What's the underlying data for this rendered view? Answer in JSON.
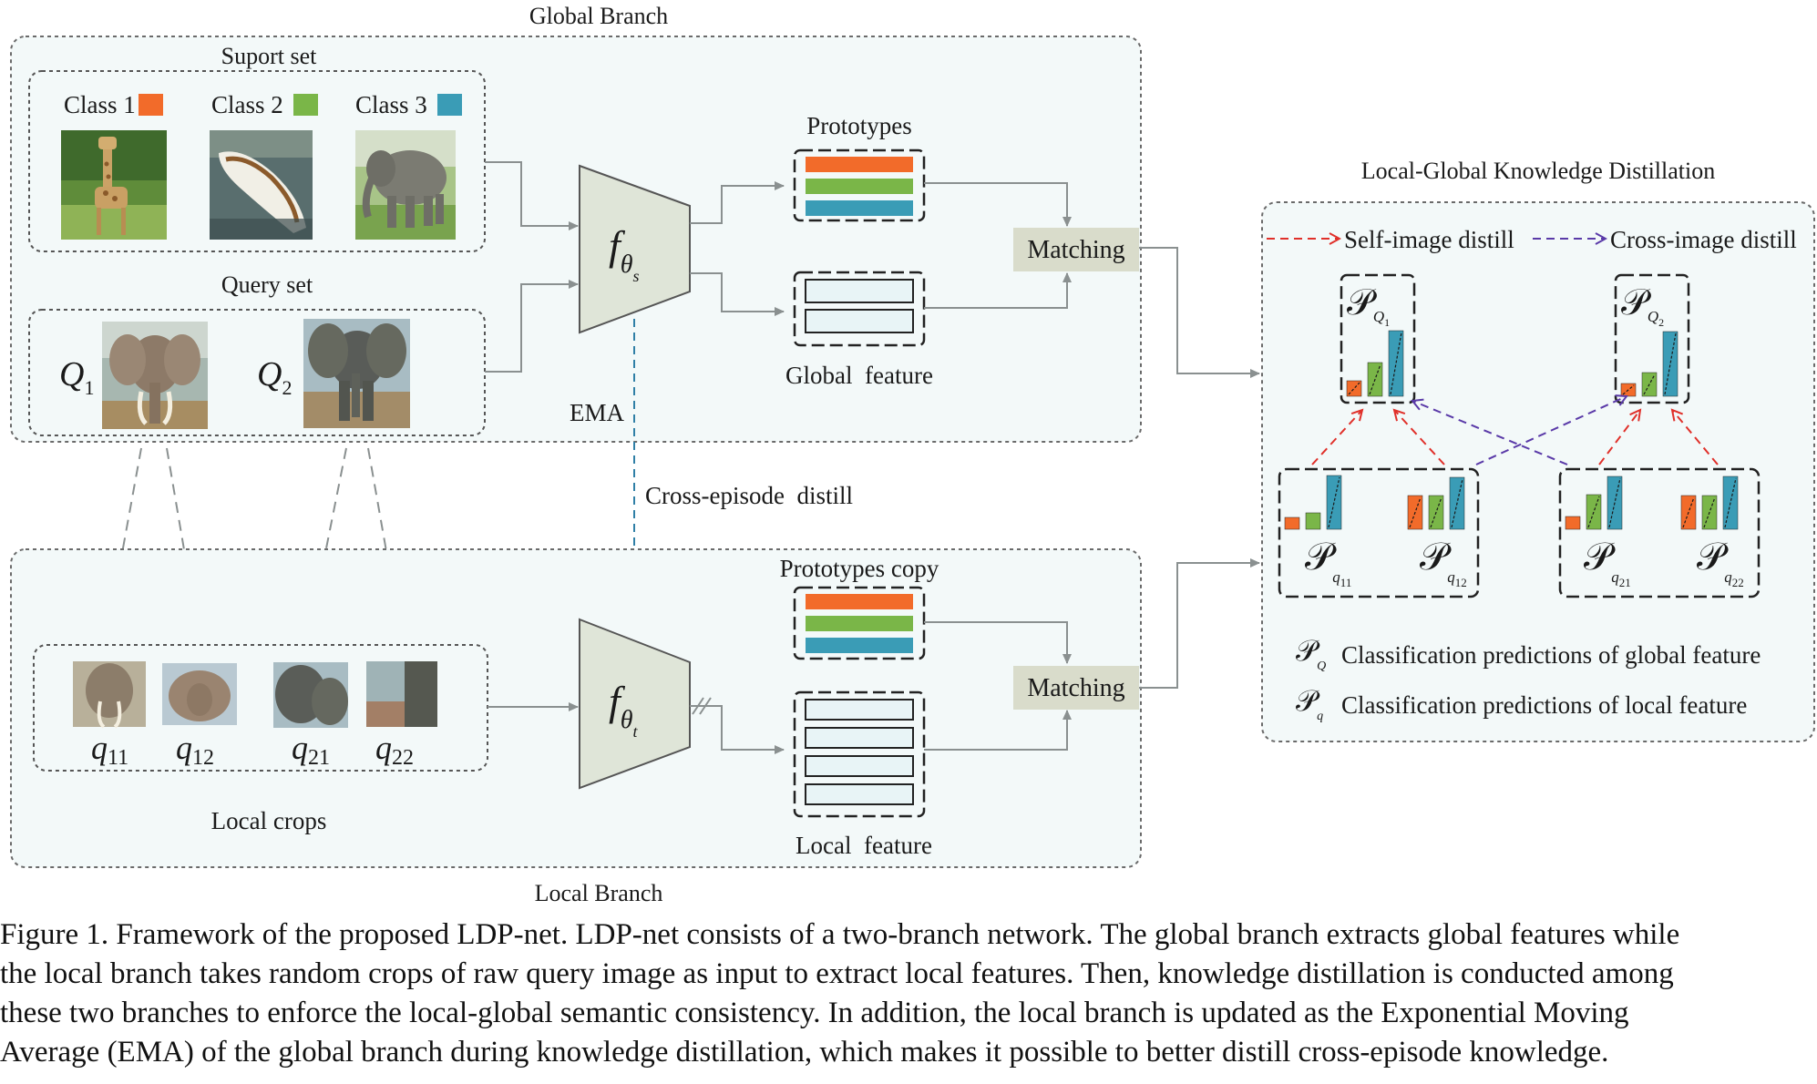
{
  "global_branch": {
    "title": "Global Branch",
    "support_set": {
      "title": "Suport set",
      "classes": [
        {
          "label": "Class 1",
          "color": "#f26b2a",
          "image": "giraffe"
        },
        {
          "label": "Class 2",
          "color": "#7ab648",
          "image": "boat"
        },
        {
          "label": "Class 3",
          "color": "#3a9cb6",
          "image": "elephant"
        }
      ]
    },
    "query_set": {
      "title": "Query set",
      "items": [
        {
          "main": "Q",
          "sub": "1",
          "image": "elephant-front"
        },
        {
          "main": "Q",
          "sub": "2",
          "image": "elephant-walking"
        }
      ]
    },
    "encoder": {
      "main": "f",
      "sub": "θ",
      "subsub": "s"
    },
    "prototypes_label": "Prototypes",
    "global_feature_label": "Global  feature",
    "matching_label": "Matching",
    "ema_label": "EMA"
  },
  "cross_episode_label": "Cross-episode  distill",
  "local_branch": {
    "title": "Local Branch",
    "crops": [
      {
        "main": "q",
        "sub": "11"
      },
      {
        "main": "q",
        "sub": "12"
      },
      {
        "main": "q",
        "sub": "21"
      },
      {
        "main": "q",
        "sub": "22"
      }
    ],
    "local_crops_label": "Local crops",
    "encoder": {
      "main": "f",
      "sub": "θ",
      "subsub": "t"
    },
    "prototypes_copy_label": "Prototypes copy",
    "local_feature_label": "Local  feature",
    "matching_label": "Matching"
  },
  "distillation": {
    "title": "Local-Global Knowledge Distillation",
    "self_legend": "Self-image distill",
    "cross_legend": "Cross-image distill",
    "global_preds": [
      {
        "symbol": "𝒫",
        "sub": "Q",
        "subsub": "1"
      },
      {
        "symbol": "𝒫",
        "sub": "Q",
        "subsub": "2"
      }
    ],
    "local_preds": [
      {
        "symbol": "𝒫",
        "sub": "q",
        "subsub": "11"
      },
      {
        "symbol": "𝒫",
        "sub": "q",
        "subsub": "12"
      },
      {
        "symbol": "𝒫",
        "sub": "q",
        "subsub": "21"
      },
      {
        "symbol": "𝒫",
        "sub": "q",
        "subsub": "22"
      }
    ],
    "legend_global": {
      "symbol": "𝒫",
      "sub": "Q",
      "text": "Classification predictions of global feature"
    },
    "legend_local": {
      "symbol": "𝒫",
      "sub": "q",
      "text": "Classification predictions of local feature"
    }
  },
  "colors": {
    "orange": "#f26b2a",
    "green": "#7ab648",
    "blue": "#3a9cb6",
    "panel_bg": "#f3f9f9",
    "encoder_fill": "#dfe5d8",
    "matching_fill": "#d9dccb",
    "arrow_gray": "#8a9090",
    "self_distill": "#e0302a",
    "cross_distill": "#5a3aa8"
  },
  "caption": [
    "Figure 1. Framework of the proposed LDP-net. LDP-net consists of a two-branch network. The global branch extracts global features while",
    "the local branch takes random crops of raw query image as input to extract local features. Then, knowledge distillation is conducted among",
    "these two branches to enforce the local-global semantic consistency.  In addition, the local branch is updated as the Exponential Moving",
    "Average (EMA) of the global branch during knowledge distillation, which makes it possible to better distill cross-episode knowledge."
  ]
}
